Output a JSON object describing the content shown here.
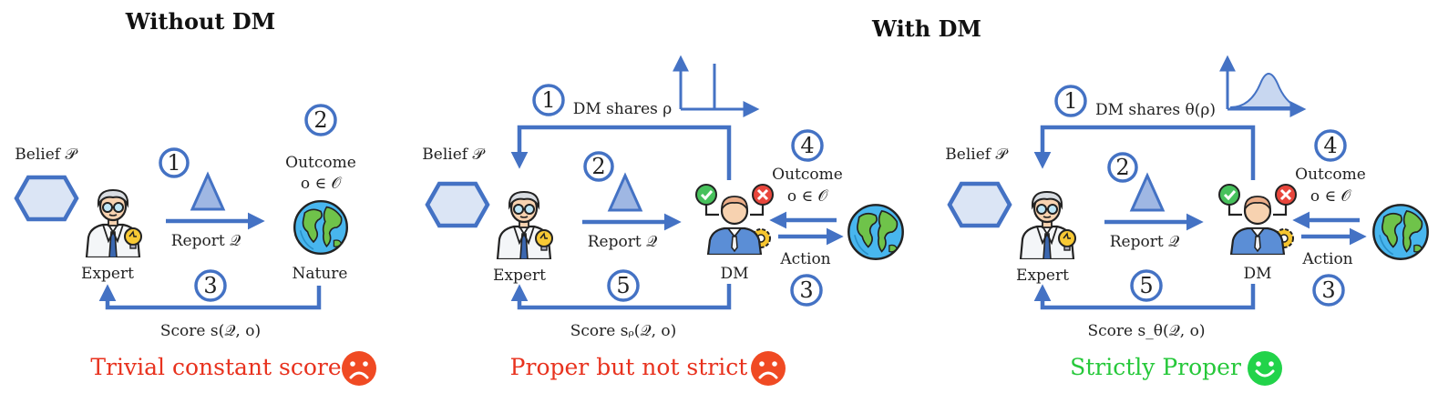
{
  "titles": {
    "without": "Without DM",
    "with": "With DM"
  },
  "colors": {
    "arrow": "#4472c4",
    "shape_fill": "#dbe5f5",
    "bad": "#e8321e",
    "good": "#26c83a",
    "sad_face": "#f04a23",
    "happy_face": "#22d34a"
  },
  "panels": {
    "p1": {
      "belief": "Belief 𝒫",
      "report": "Report 𝒬",
      "outcome": "Outcome",
      "outcome_set": "o ∈ 𝒪",
      "expert": "Expert",
      "nature": "Nature",
      "score": "Score s(𝒬, o)",
      "steps": [
        "1",
        "2",
        "3"
      ],
      "result": "Trivial constant score"
    },
    "p2": {
      "belief": "Belief 𝒫",
      "share": "DM shares ρ",
      "report": "Report 𝒬",
      "outcome": "Outcome",
      "outcome_set": "o ∈ 𝒪",
      "expert": "Expert",
      "dm": "DM",
      "action": "Action",
      "score": "Score sᵨ(𝒬, o)",
      "steps": [
        "1",
        "2",
        "3",
        "4",
        "5"
      ],
      "result": "Proper but not strict"
    },
    "p3": {
      "belief": "Belief 𝒫",
      "share": "DM shares θ(ρ)",
      "report": "Report 𝒬",
      "outcome": "Outcome",
      "outcome_set": "o ∈ 𝒪",
      "expert": "Expert",
      "dm": "DM",
      "action": "Action",
      "score": "Score s_θ(𝒬, o)",
      "steps": [
        "1",
        "2",
        "3",
        "4",
        "5"
      ],
      "result": "Strictly Proper"
    }
  }
}
